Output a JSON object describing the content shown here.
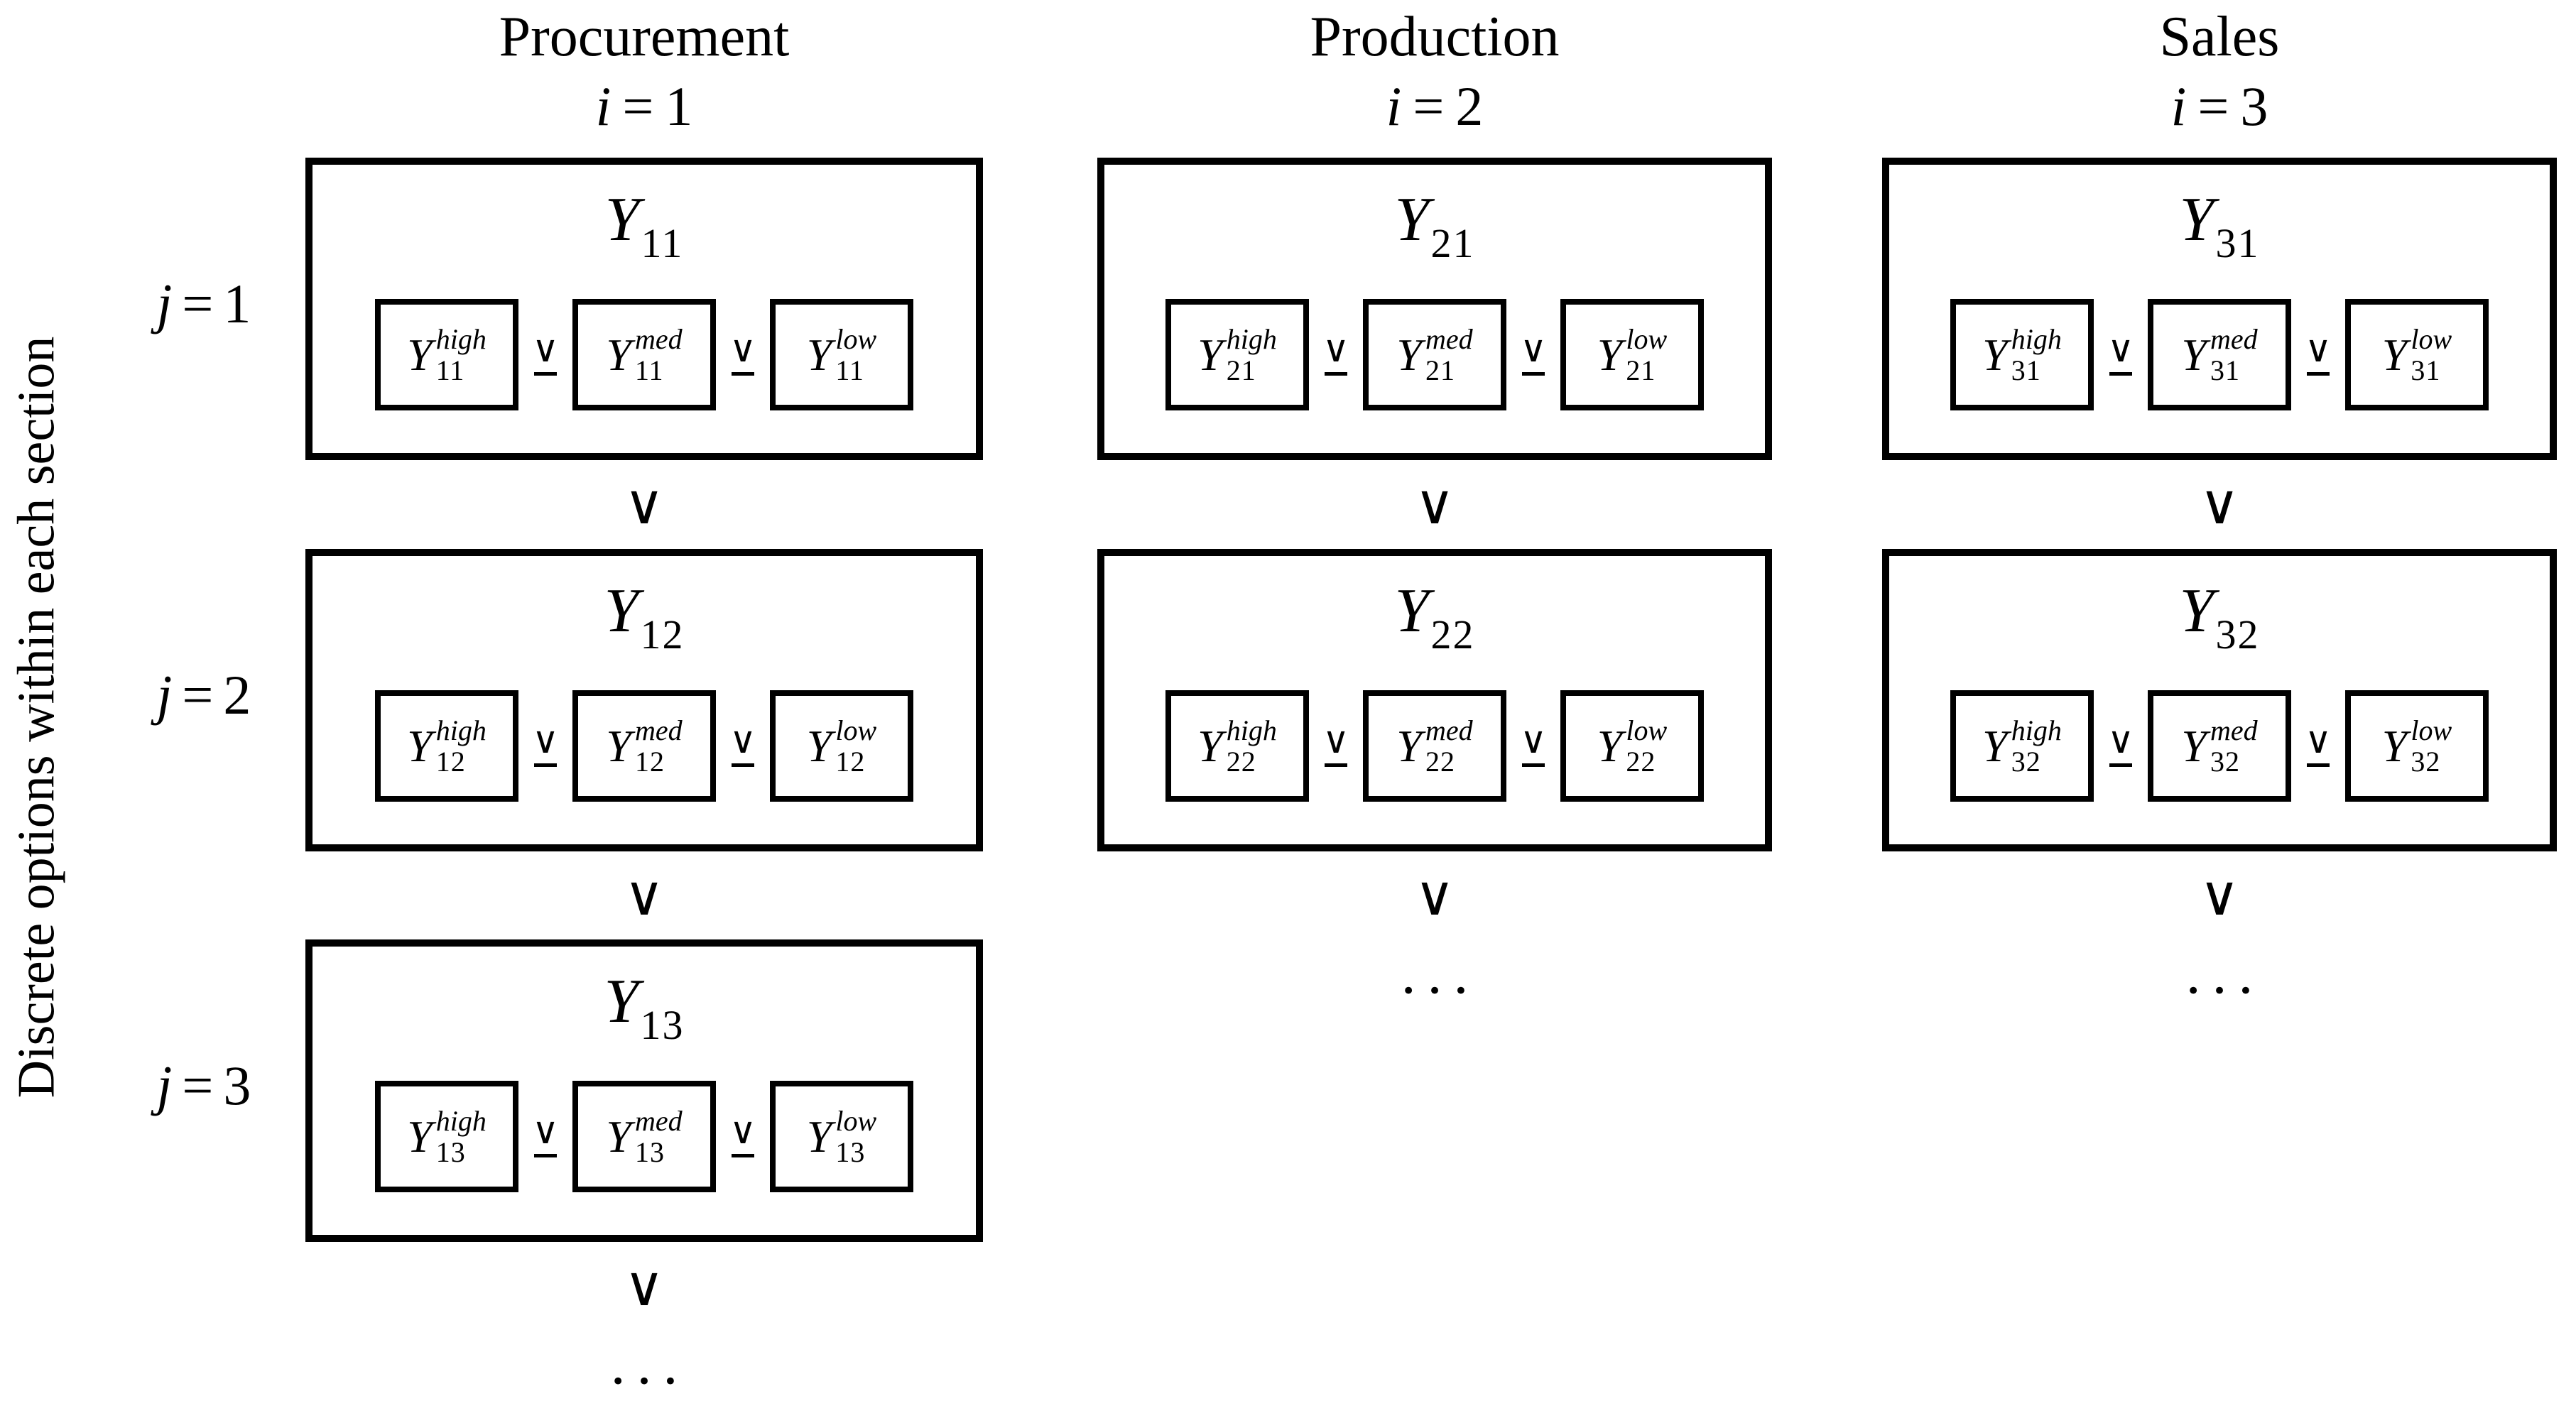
{
  "figure": {
    "side_label": "Discrete options within each section",
    "symbols": {
      "vee": "∨",
      "ellipsis": "• • •"
    },
    "row_labels": [
      {
        "variable": "j",
        "equals": "=",
        "value": "1"
      },
      {
        "variable": "j",
        "equals": "=",
        "value": "2"
      },
      {
        "variable": "j",
        "equals": "=",
        "value": "3"
      }
    ],
    "columns": [
      {
        "title": "Procurement",
        "index": {
          "variable": "i",
          "equals": "=",
          "value": "1"
        },
        "continued": true,
        "cells": [
          {
            "title": {
              "base": "Y",
              "sub": "11"
            },
            "options": [
              {
                "base": "Y",
                "sup": "high",
                "sub": "11"
              },
              {
                "base": "Y",
                "sup": "med",
                "sub": "11"
              },
              {
                "base": "Y",
                "sup": "low",
                "sub": "11"
              }
            ]
          },
          {
            "title": {
              "base": "Y",
              "sub": "12"
            },
            "options": [
              {
                "base": "Y",
                "sup": "high",
                "sub": "12"
              },
              {
                "base": "Y",
                "sup": "med",
                "sub": "12"
              },
              {
                "base": "Y",
                "sup": "low",
                "sub": "12"
              }
            ]
          },
          {
            "title": {
              "base": "Y",
              "sub": "13"
            },
            "options": [
              {
                "base": "Y",
                "sup": "high",
                "sub": "13"
              },
              {
                "base": "Y",
                "sup": "med",
                "sub": "13"
              },
              {
                "base": "Y",
                "sup": "low",
                "sub": "13"
              }
            ]
          }
        ]
      },
      {
        "title": "Production",
        "index": {
          "variable": "i",
          "equals": "=",
          "value": "2"
        },
        "continued": true,
        "cells": [
          {
            "title": {
              "base": "Y",
              "sub": "21"
            },
            "options": [
              {
                "base": "Y",
                "sup": "high",
                "sub": "21"
              },
              {
                "base": "Y",
                "sup": "med",
                "sub": "21"
              },
              {
                "base": "Y",
                "sup": "low",
                "sub": "21"
              }
            ]
          },
          {
            "title": {
              "base": "Y",
              "sub": "22"
            },
            "options": [
              {
                "base": "Y",
                "sup": "high",
                "sub": "22"
              },
              {
                "base": "Y",
                "sup": "med",
                "sub": "22"
              },
              {
                "base": "Y",
                "sup": "low",
                "sub": "22"
              }
            ]
          }
        ]
      },
      {
        "title": "Sales",
        "index": {
          "variable": "i",
          "equals": "=",
          "value": "3"
        },
        "continued": true,
        "cells": [
          {
            "title": {
              "base": "Y",
              "sub": "31"
            },
            "options": [
              {
                "base": "Y",
                "sup": "high",
                "sub": "31"
              },
              {
                "base": "Y",
                "sup": "med",
                "sub": "31"
              },
              {
                "base": "Y",
                "sup": "low",
                "sub": "31"
              }
            ]
          },
          {
            "title": {
              "base": "Y",
              "sub": "32"
            },
            "options": [
              {
                "base": "Y",
                "sup": "high",
                "sub": "32"
              },
              {
                "base": "Y",
                "sup": "med",
                "sub": "32"
              },
              {
                "base": "Y",
                "sup": "low",
                "sub": "32"
              }
            ]
          }
        ]
      }
    ]
  }
}
